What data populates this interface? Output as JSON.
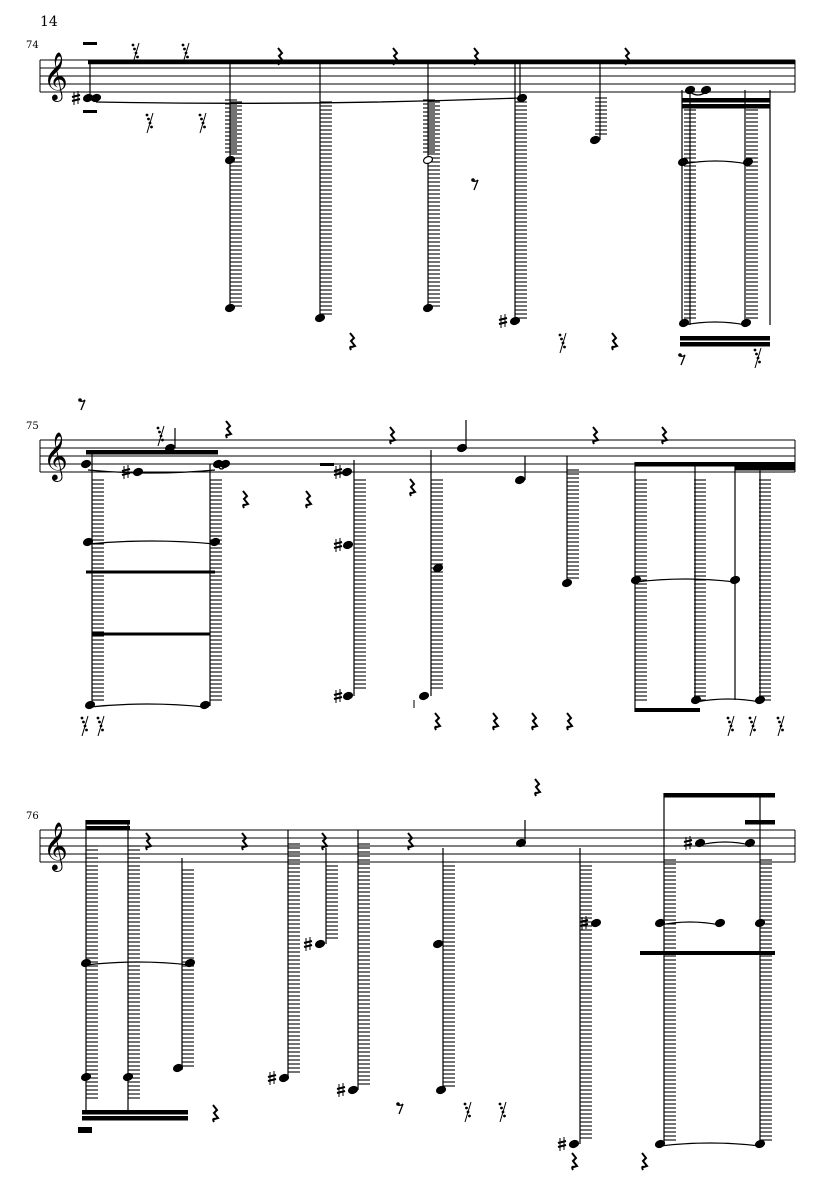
{
  "page": {
    "number": "14"
  },
  "systems": [
    {
      "measure_number": "74"
    },
    {
      "measure_number": "75"
    },
    {
      "measure_number": "76"
    }
  ],
  "clef": "treble",
  "colors": {
    "ink": "#000000",
    "paper": "#ffffff"
  }
}
